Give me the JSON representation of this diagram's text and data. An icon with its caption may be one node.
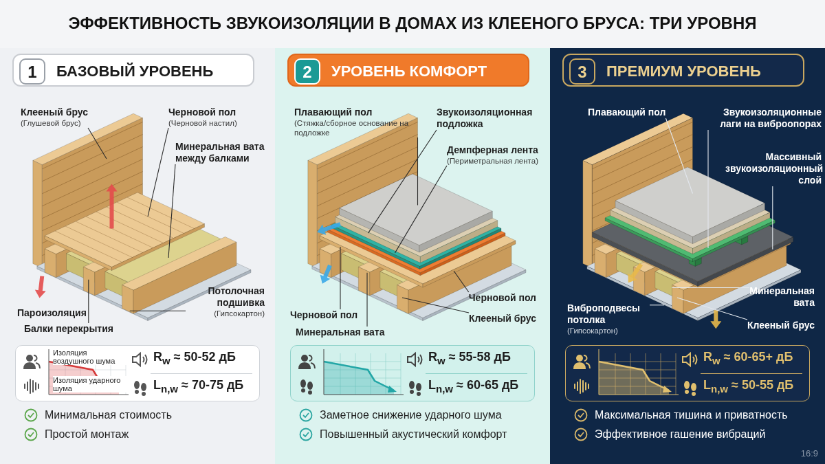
{
  "diagram": {
    "title": "ЭФФЕКТИВНОСТЬ ЗВУКОИЗОЛЯЦИИ В ДОМАХ ИЗ КЛЕЕНОГО БРУСА: ТРИ УРОВНЯ",
    "nodes": [
      {
        "text": [
          "1",
          "БАЗОВЫЙ УРОВЕНЬ"
        ]
      },
      {
        "text": [
          "Клееный брус",
          "(Глушевой брус)"
        ],
        "in": 0
      },
      {
        "text": [
          "Черновой пол",
          "(Черновой настил)"
        ],
        "in": 0
      },
      {
        "text": [
          "Минеральная вата между балками"
        ],
        "in": 0
      },
      {
        "text": [
          "Балки перекрытия"
        ],
        "in": 0
      },
      {
        "text": [
          "Потолочная подшивка",
          "(Гипсокартон)"
        ],
        "in": 0
      },
      {
        "text": [
          "Изоляция воздушного шума",
          "Изоляция ударного шума",
          "R$_{w}$ ≈ 50-52 дБ",
          "L$_{n,w}$ ≈ 70-75 дБ"
        ],
        "in": 0
      },
      {
        "text": [
          "2",
          "УРОВЕНЬ КОМФОРТ"
        ]
      },
      {
        "text": [
          "Плавающий пол",
          "(Стяжка/сборное основание на подложке"
        ],
        "in": 7
      },
      {
        "text": [
          "Звукоизоляционная подложка"
        ],
        "in": 7
      },
      {
        "text": [
          "Демпферная лента",
          "(Периметральная лента)"
        ],
        "in": 7
      },
      {
        "text": [
          "Черновой пол"
        ],
        "in": 7
      },
      {
        "text": [
          "Минеральная вата"
        ],
        "in": 7
      },
      {
        "text": [
          "Черновой пол"
        ],
        "in": 7
      },
      {
        "text": [
          "Клееный брус"
        ],
        "in": 7
      },
      {
        "text": [
          "R$_{w}$ ≈ 55-58 дБ",
          "L$_{n,w}$ ≈ 60-65 дБ"
        ],
        "in": 7
      },
      {
        "text": [
          "3",
          "ПРЕМИУМ УРОВЕНЬ"
        ]
      },
      {
        "text": [
          "Плавающий пол"
        ],
        "in": 16
      },
      {
        "text": [
          "Звукоизоляционные лаги на виброопорах"
        ],
        "in": 16
      },
      {
        "text": [
          "Массивный звукоизоляционный слой"
        ],
        "in": 16
      },
      {
        "text": [
          "Виброподвесы потолка",
          "(Гипсокартон)"
        ],
        "in": 16
      },
      {
        "text": [
          "Минеральная вата"
        ],
        "in": 16
      },
      {
        "text": [
          "Клееный брус"
        ],
        "in": 16
      },
      {
        "text": [
          "R$_{w}$ ≈ 60-65+ дБ",
          "L$_{n,w}$ ≈ 50-55 дБ"
        ],
        "in": 16
      }
    ],
    "edges": [
      {
        "from": 1,
        "to": null,
        "arrow": "none"
      },
      {
        "from": 2,
        "to": null,
        "arrow": "none"
      },
      {
        "from": 3,
        "to": null,
        "arrow": "none"
      },
      {
        "from": 4,
        "to": null,
        "arrow": "none"
      },
      {
        "from": 5,
        "to": null,
        "arrow": "none"
      },
      {
        "from": 8,
        "to": null,
        "arrow": "none"
      },
      {
        "from": 9,
        "to": null,
        "arrow": "none"
      },
      {
        "from": 10,
        "to": null,
        "arrow": "none"
      },
      {
        "from": 11,
        "to": null,
        "arrow": "none"
      },
      {
        "from": 12,
        "to": null,
        "arrow": "none"
      },
      {
        "from": 13,
        "to": null,
        "arrow": "none"
      },
      {
        "from": 14,
        "to": null,
        "arrow": "none"
      },
      {
        "from": 17,
        "to": null,
        "arrow": "none",
        "color": "#e3e8ee"
      },
      {
        "from": 18,
        "to": null,
        "arrow": "none",
        "color": "#e3e8ee"
      },
      {
        "from": 19,
        "to": null,
        "arrow": "none",
        "color": "#e3e8ee"
      },
      {
        "from": 20,
        "to": null,
        "arrow": "none",
        "color": "#e3e8ee"
      },
      {
        "from": 21,
        "to": null,
        "arrow": "none",
        "color": "#e3e8ee"
      },
      {
        "from": 22,
        "to": null,
        "arrow": "none",
        "color": "#e3e8ee"
      }
    ],
    "labels": [
      "Пароизоляция",
      "Минимальная стоимость",
      "Простой монтаж",
      "Заметное снижение ударного шума",
      "Повышенный акустический комфорт",
      "Максимальная тишина и приватность",
      "Эффективное гашение вибраций",
      "16:9"
    ]
  }
}
